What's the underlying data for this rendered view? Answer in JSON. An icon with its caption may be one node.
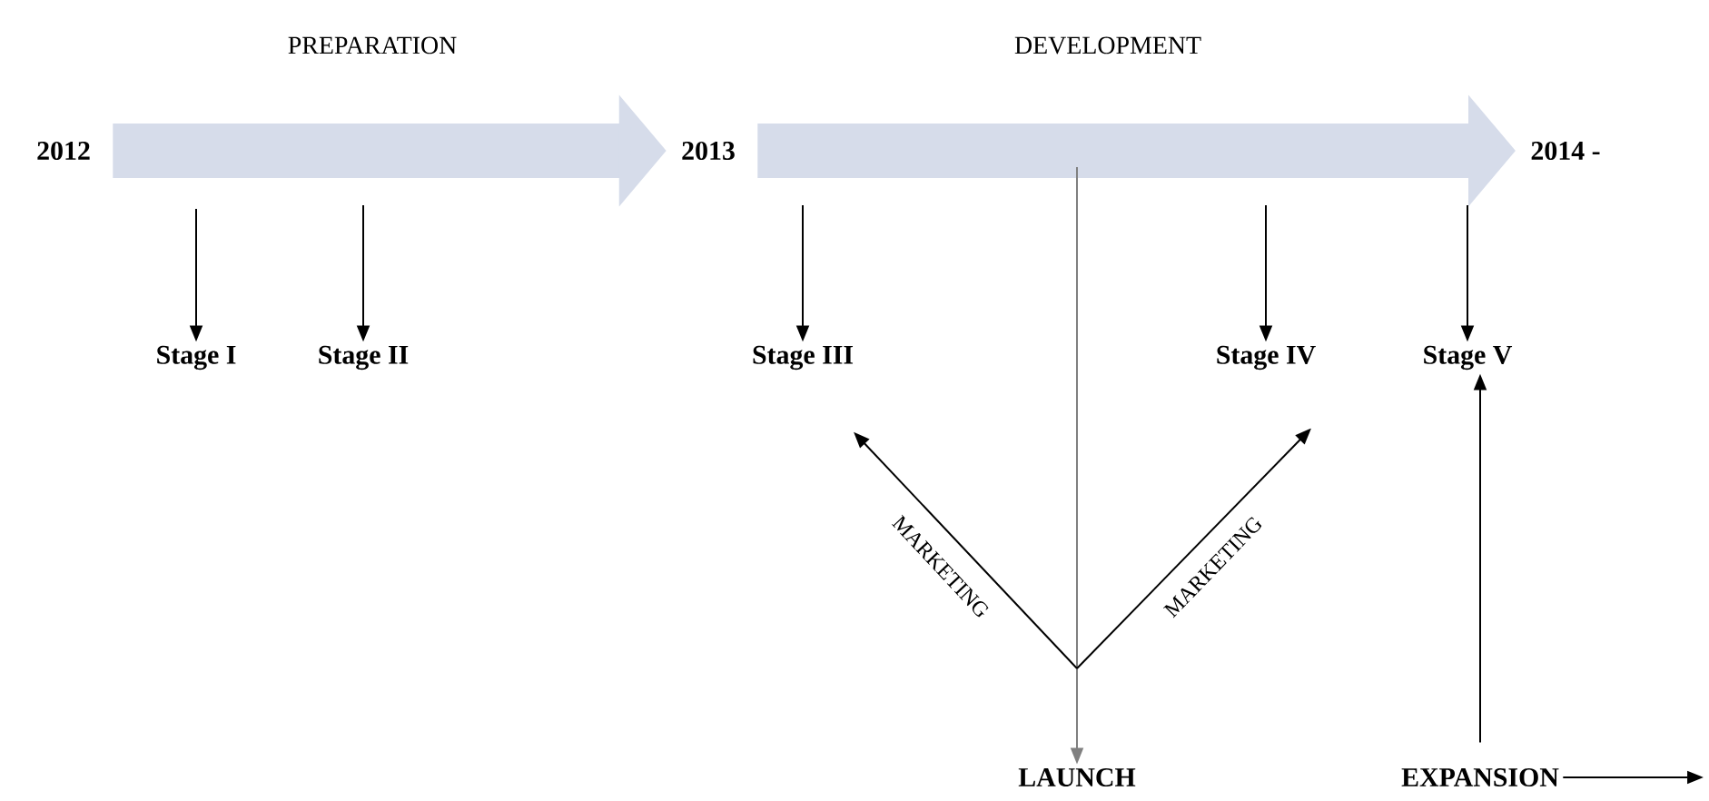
{
  "diagram": {
    "nodes": [
      {
        "text": [
          "2012"
        ]
      },
      {
        "text": [
          "2013"
        ]
      },
      {
        "text": [
          "2014 -"
        ]
      },
      {
        "text": [
          "Stage I"
        ]
      },
      {
        "text": [
          "Stage II"
        ]
      },
      {
        "text": [
          "Stage III"
        ]
      },
      {
        "text": [
          "Stage IV"
        ]
      },
      {
        "text": [
          "Stage V"
        ]
      },
      {
        "text": [
          "LAUNCH"
        ]
      },
      {
        "text": [
          "EXPANSION"
        ]
      }
    ],
    "edges": [
      {
        "from": 0,
        "to": 1,
        "arrow": "to",
        "style": "thick",
        "color": "#d6dcea"
      },
      {
        "from": 1,
        "to": 2,
        "arrow": "to",
        "style": "thick",
        "color": "#d6dcea"
      },
      {
        "from": null,
        "to": 3,
        "arrow": "to"
      },
      {
        "from": null,
        "to": 4,
        "arrow": "to"
      },
      {
        "from": null,
        "to": 5,
        "arrow": "to"
      },
      {
        "from": null,
        "to": 6,
        "arrow": "to"
      },
      {
        "from": null,
        "to": 7,
        "arrow": "to"
      },
      {
        "from": null,
        "to": 8,
        "arrow": "to",
        "color": "#808080"
      },
      {
        "from": null,
        "to": 5,
        "arrow": "to",
        "label": "MARKETING"
      },
      {
        "from": null,
        "to": 6,
        "arrow": "to",
        "label": "MARKETING"
      },
      {
        "from": 9,
        "to": 7,
        "arrow": "to"
      },
      {
        "from": 9,
        "to": null,
        "arrow": "to"
      }
    ],
    "labels": [
      "PREPARATION",
      "DEVELOPMENT"
    ]
  }
}
